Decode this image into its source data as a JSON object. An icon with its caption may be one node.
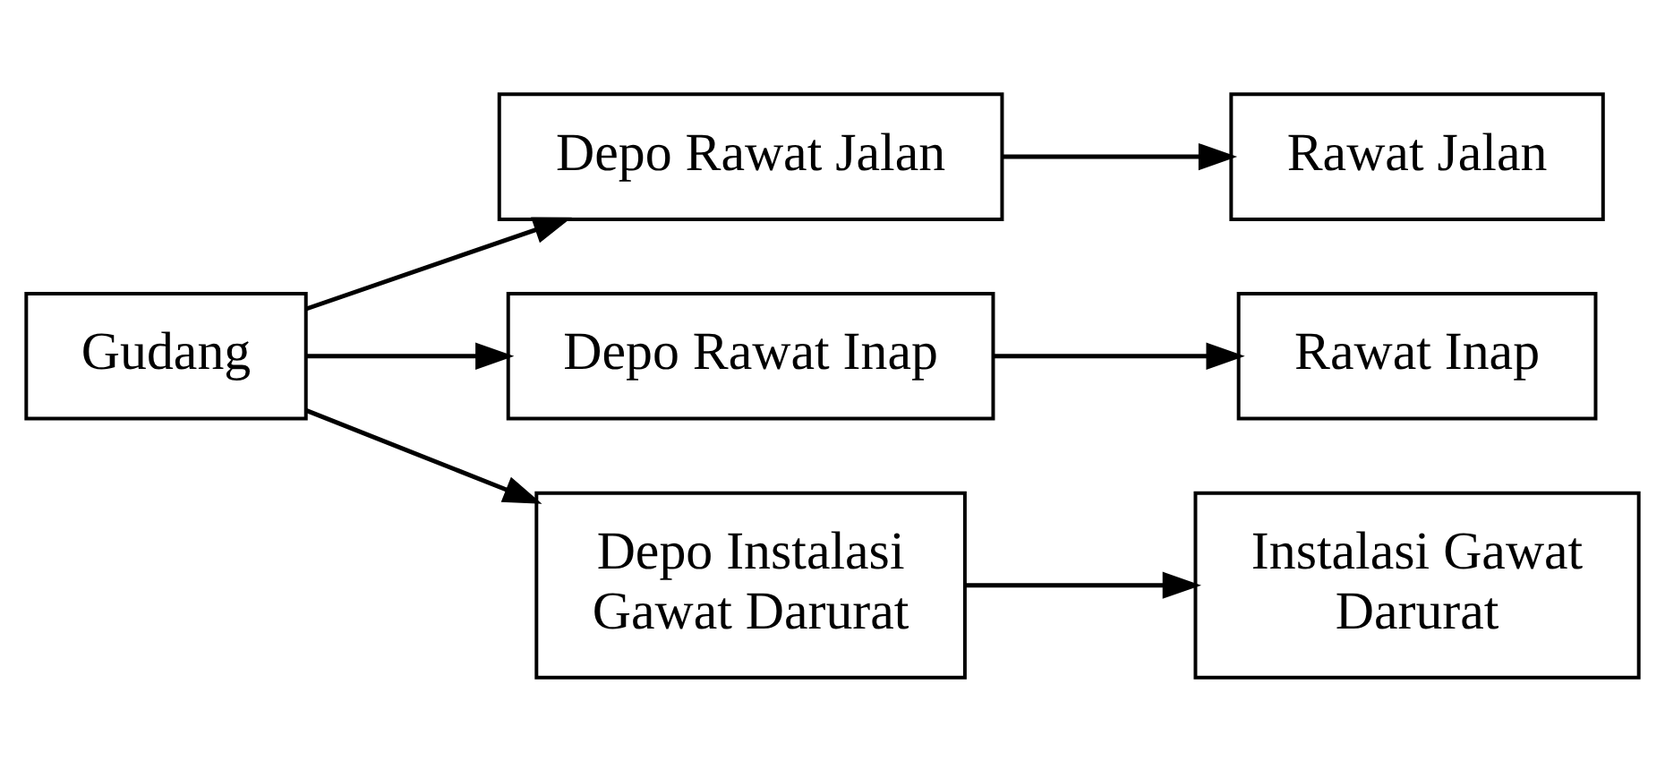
{
  "diagram": {
    "nodes": [
      {
        "text": [
          "Gudang"
        ]
      },
      {
        "text": [
          "Depo Rawat Jalan"
        ]
      },
      {
        "text": [
          "Rawat Jalan"
        ]
      },
      {
        "text": [
          "Depo Rawat Inap"
        ]
      },
      {
        "text": [
          "Rawat Inap"
        ]
      },
      {
        "text": [
          "Depo Instalasi Gawat Darurat"
        ]
      },
      {
        "text": [
          "Instalasi Gawat Darurat"
        ]
      }
    ],
    "edges": [
      {
        "from": 0,
        "to": 1,
        "arrow": "to"
      },
      {
        "from": 0,
        "to": 3,
        "arrow": "to"
      },
      {
        "from": 0,
        "to": 5,
        "arrow": "to"
      },
      {
        "from": 1,
        "to": 2,
        "arrow": "to"
      },
      {
        "from": 3,
        "to": 4,
        "arrow": "to"
      },
      {
        "from": 5,
        "to": 6,
        "arrow": "to"
      }
    ]
  }
}
